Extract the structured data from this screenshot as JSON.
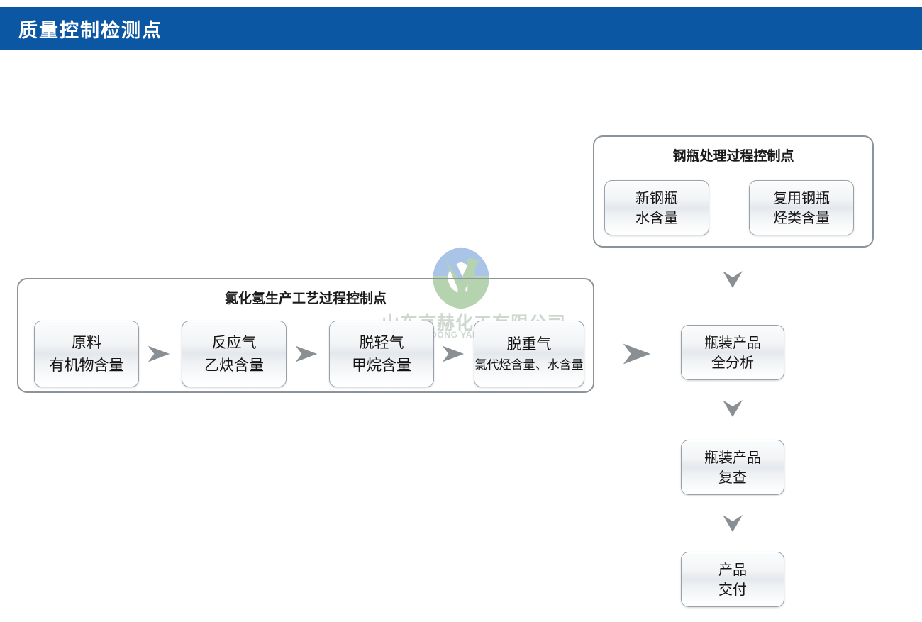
{
  "header": {
    "title": "质量控制检测点",
    "bar_color": "#0b57a4",
    "text_color": "#ffffff"
  },
  "watermark": {
    "company_cn": "山东言赫化工有限公司",
    "company_en": "SHANDONG YANHE CHEMICAL",
    "logo_name": "yh-monogram-logo",
    "logo_blue": "#aac4e8",
    "logo_green": "#b6d3b0",
    "text_color": "#cfd8cf"
  },
  "diagram": {
    "groups": [
      {
        "id": "process",
        "title": "氯化氢生产工艺过程控制点",
        "nodes": [
          {
            "id": "raw",
            "line1": "原料",
            "line2": "有机物含量"
          },
          {
            "id": "reaction",
            "line1": "反应气",
            "line2": "乙炔含量"
          },
          {
            "id": "light",
            "line1": "脱轻气",
            "line2": "甲烷含量"
          },
          {
            "id": "heavy",
            "line1": "脱重气",
            "line2": "氯代烃含量、水含量"
          }
        ]
      },
      {
        "id": "cylinder",
        "title": "钢瓶处理过程控制点",
        "nodes": [
          {
            "id": "new_cylinder",
            "line1": "新钢瓶",
            "line2": "水含量"
          },
          {
            "id": "reuse_cylinder",
            "line1": "复用钢瓶",
            "line2": "烃类含量"
          }
        ]
      }
    ],
    "right_column": [
      {
        "id": "bottled_full",
        "line1": "瓶装产品",
        "line2": "全分析"
      },
      {
        "id": "bottled_re",
        "line1": "瓶装产品",
        "line2": "复查"
      },
      {
        "id": "delivery",
        "line1": "产品",
        "line2": "交付"
      }
    ],
    "arrows": {
      "right_icon_name": "arrow-right-icon",
      "down_icon_name": "arrow-down-icon",
      "color": "#8a8f93",
      "count_right": 4,
      "count_down": 3
    },
    "node_border_color": "#9aa2a9",
    "group_border_color": "#8d9499"
  }
}
